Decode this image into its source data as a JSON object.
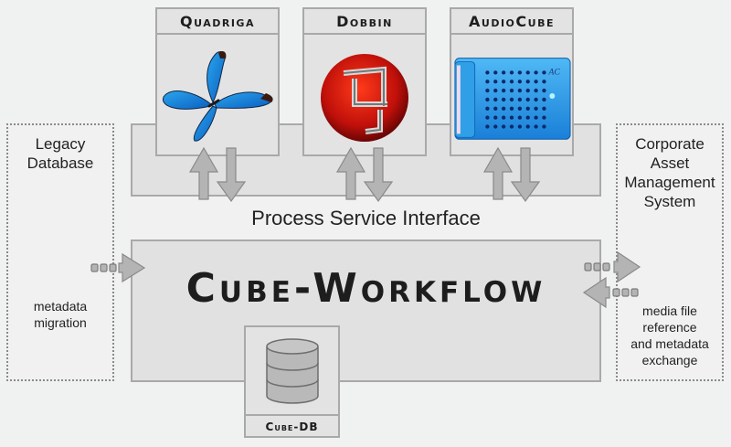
{
  "tools": [
    {
      "name": "Quadriga",
      "icon": "butterfly-icon"
    },
    {
      "name": "Dobbin",
      "icon": "dobbin-logo-icon"
    },
    {
      "name": "AudioCube",
      "icon": "audiocube-device-icon"
    }
  ],
  "process_service_interface": "Process Service Interface",
  "workflow_title": "Cube-Workflow",
  "database": {
    "label": "Cube-DB",
    "icon": "database-icon"
  },
  "external_systems": {
    "legacy": {
      "title_lines": [
        "Legacy",
        "Database"
      ],
      "note_lines": [
        "metadata",
        "migration"
      ]
    },
    "corporate": {
      "title_lines": [
        "Corporate",
        "Asset",
        "Management",
        "System"
      ],
      "note_lines": [
        "media file",
        "reference",
        "and metadata",
        "exchange"
      ]
    }
  },
  "colors": {
    "background": "#f0f1f1",
    "panel": "#e1e1e1",
    "border": "#a9a9a9",
    "arrow": "#b4b4b4"
  }
}
